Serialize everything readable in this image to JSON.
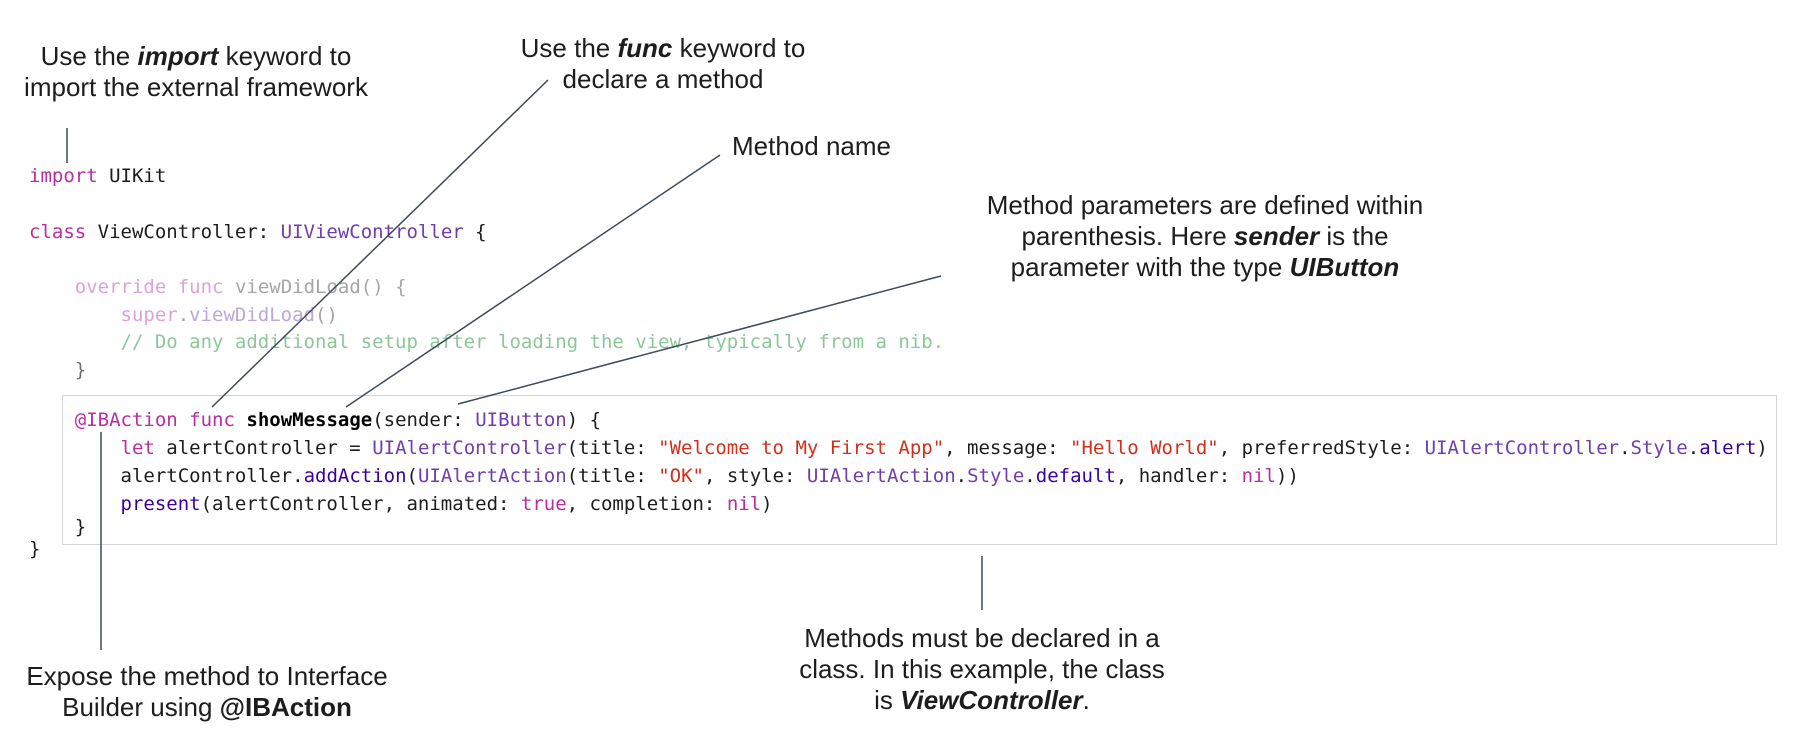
{
  "colors": {
    "kw": "#BA2DA2",
    "type": "#703DAA",
    "fn": "#3900A0",
    "str": "#D12F1B",
    "plain": "#1C1C1E",
    "defname": "#000000",
    "fkw": "#DFA2D8",
    "fgray": "#A6A6A6",
    "fpurp": "#BCA7DA",
    "fcmt": "#8CC79B",
    "fbrace": "#6F6F6F",
    "connector": "#3E4A57",
    "border": "#D5D5D5",
    "text": "#1D1D1F"
  },
  "annotations": {
    "import_note": {
      "lines": [
        [
          {
            "t": "Use the "
          },
          {
            "t": "import",
            "s": "bi"
          },
          {
            "t": " keyword to"
          }
        ],
        [
          {
            "t": "import the external framework"
          }
        ]
      ]
    },
    "func_note": {
      "lines": [
        [
          {
            "t": "Use the "
          },
          {
            "t": "func",
            "s": "bi"
          },
          {
            "t": " keyword to"
          }
        ],
        [
          {
            "t": "declare a method"
          }
        ]
      ]
    },
    "method_name_note": {
      "lines": [
        [
          {
            "t": "Method name"
          }
        ]
      ]
    },
    "params_note": {
      "lines": [
        [
          {
            "t": "Method parameters are defined within"
          }
        ],
        [
          {
            "t": "parenthesis. Here "
          },
          {
            "t": "sender",
            "s": "bi"
          },
          {
            "t": " is the"
          }
        ],
        [
          {
            "t": "parameter with the type "
          },
          {
            "t": "UIButton",
            "s": "bi"
          }
        ]
      ]
    },
    "ibaction_note": {
      "lines": [
        [
          {
            "t": "Expose the method to Interface"
          }
        ],
        [
          {
            "t": "Builder using "
          },
          {
            "t": "@IBAction",
            "s": "b"
          }
        ]
      ]
    },
    "class_note": {
      "lines": [
        [
          {
            "t": "Methods must be declared in a"
          }
        ],
        [
          {
            "t": "class. In this example, the class"
          }
        ],
        [
          {
            "t": "is "
          },
          {
            "t": "ViewController",
            "s": "bi"
          },
          {
            "t": "."
          }
        ]
      ]
    }
  },
  "code": {
    "language": "swift",
    "lines": [
      {
        "tokens": [
          {
            "t": "import",
            "c": "kw"
          },
          {
            "t": " UIKit",
            "c": "plain"
          }
        ]
      },
      {
        "tokens": [
          {
            "t": "class",
            "c": "kw"
          },
          {
            "t": " ViewController: ",
            "c": "plain"
          },
          {
            "t": "UIViewController",
            "c": "type"
          },
          {
            "t": " {",
            "c": "plain"
          }
        ]
      },
      {
        "tokens": [
          {
            "t": "    ",
            "c": "plain"
          },
          {
            "t": "override",
            "c": "fkw"
          },
          {
            "t": " ",
            "c": "plain"
          },
          {
            "t": "func",
            "c": "fkw"
          },
          {
            "t": " ",
            "c": "plain"
          },
          {
            "t": "viewDidLoad() {",
            "c": "fgray"
          }
        ]
      },
      {
        "tokens": [
          {
            "t": "        ",
            "c": "plain"
          },
          {
            "t": "super",
            "c": "fkw"
          },
          {
            "t": ".",
            "c": "fgray"
          },
          {
            "t": "viewDidLoad",
            "c": "fpurp"
          },
          {
            "t": "()",
            "c": "fgray"
          }
        ]
      },
      {
        "tokens": [
          {
            "t": "        ",
            "c": "plain"
          },
          {
            "t": "// Do any additional setup after loading the view, typically from a nib.",
            "c": "fcmt"
          }
        ]
      },
      {
        "tokens": [
          {
            "t": "    }",
            "c": "fbrace"
          }
        ]
      },
      {
        "tokens": [
          {
            "t": "    ",
            "c": "plain"
          },
          {
            "t": "@IBAction",
            "c": "kw"
          },
          {
            "t": " ",
            "c": "plain"
          },
          {
            "t": "func",
            "c": "kw"
          },
          {
            "t": " ",
            "c": "plain"
          },
          {
            "t": "showMessage",
            "c": "defname"
          },
          {
            "t": "(sender: ",
            "c": "plain"
          },
          {
            "t": "UIButton",
            "c": "type"
          },
          {
            "t": ") {",
            "c": "plain"
          }
        ]
      },
      {
        "tokens": [
          {
            "t": "        ",
            "c": "plain"
          },
          {
            "t": "let",
            "c": "kw"
          },
          {
            "t": " alertController = ",
            "c": "plain"
          },
          {
            "t": "UIAlertController",
            "c": "type"
          },
          {
            "t": "(title: ",
            "c": "plain"
          },
          {
            "t": "\"Welcome to My First App\"",
            "c": "str"
          },
          {
            "t": ", message: ",
            "c": "plain"
          },
          {
            "t": "\"Hello World\"",
            "c": "str"
          },
          {
            "t": ", preferredStyle: ",
            "c": "plain"
          },
          {
            "t": "UIAlertController",
            "c": "type"
          },
          {
            "t": ".",
            "c": "plain"
          },
          {
            "t": "Style",
            "c": "type"
          },
          {
            "t": ".",
            "c": "plain"
          },
          {
            "t": "alert",
            "c": "fn"
          },
          {
            "t": ")",
            "c": "plain"
          }
        ]
      },
      {
        "tokens": [
          {
            "t": "        alertController",
            "c": "plain"
          },
          {
            "t": ".",
            "c": "plain"
          },
          {
            "t": "addAction",
            "c": "fn"
          },
          {
            "t": "(",
            "c": "plain"
          },
          {
            "t": "UIAlertAction",
            "c": "type"
          },
          {
            "t": "(title: ",
            "c": "plain"
          },
          {
            "t": "\"OK\"",
            "c": "str"
          },
          {
            "t": ", style: ",
            "c": "plain"
          },
          {
            "t": "UIAlertAction",
            "c": "type"
          },
          {
            "t": ".",
            "c": "plain"
          },
          {
            "t": "Style",
            "c": "type"
          },
          {
            "t": ".",
            "c": "plain"
          },
          {
            "t": "default",
            "c": "fn"
          },
          {
            "t": ", handler: ",
            "c": "plain"
          },
          {
            "t": "nil",
            "c": "kw"
          },
          {
            "t": "))",
            "c": "plain"
          }
        ]
      },
      {
        "tokens": [
          {
            "t": "        ",
            "c": "plain"
          },
          {
            "t": "present",
            "c": "fn"
          },
          {
            "t": "(alertController, animated: ",
            "c": "plain"
          },
          {
            "t": "true",
            "c": "kw"
          },
          {
            "t": ", completion: ",
            "c": "plain"
          },
          {
            "t": "nil",
            "c": "kw"
          },
          {
            "t": ")",
            "c": "plain"
          }
        ]
      },
      {
        "tokens": [
          {
            "t": "    }",
            "c": "plain"
          }
        ]
      },
      {
        "tokens": [
          {
            "t": "}",
            "c": "plain"
          }
        ]
      }
    ]
  }
}
